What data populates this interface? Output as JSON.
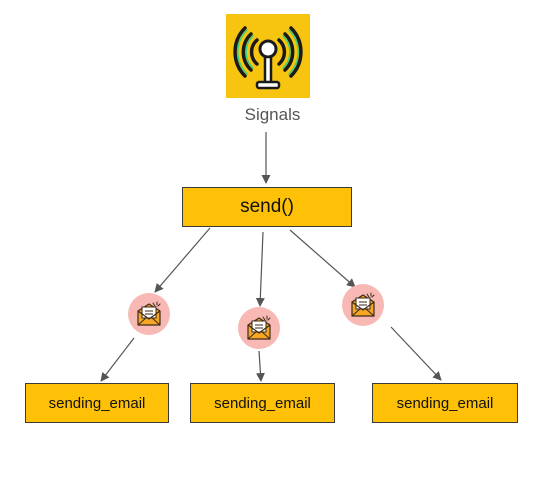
{
  "diagram": {
    "source": {
      "label": "Signals",
      "icon": "radio-antenna-icon"
    },
    "dispatcher": {
      "label": "send()"
    },
    "message_icon": "mail-alert-icon",
    "receivers": [
      {
        "label": "sending_email"
      },
      {
        "label": "sending_email"
      },
      {
        "label": "sending_email"
      }
    ]
  },
  "colors": {
    "box_fill": "#ffc107",
    "icon_tile": "#f7c40f",
    "badge_fill": "#f8b9b4",
    "connector": "#555555"
  }
}
